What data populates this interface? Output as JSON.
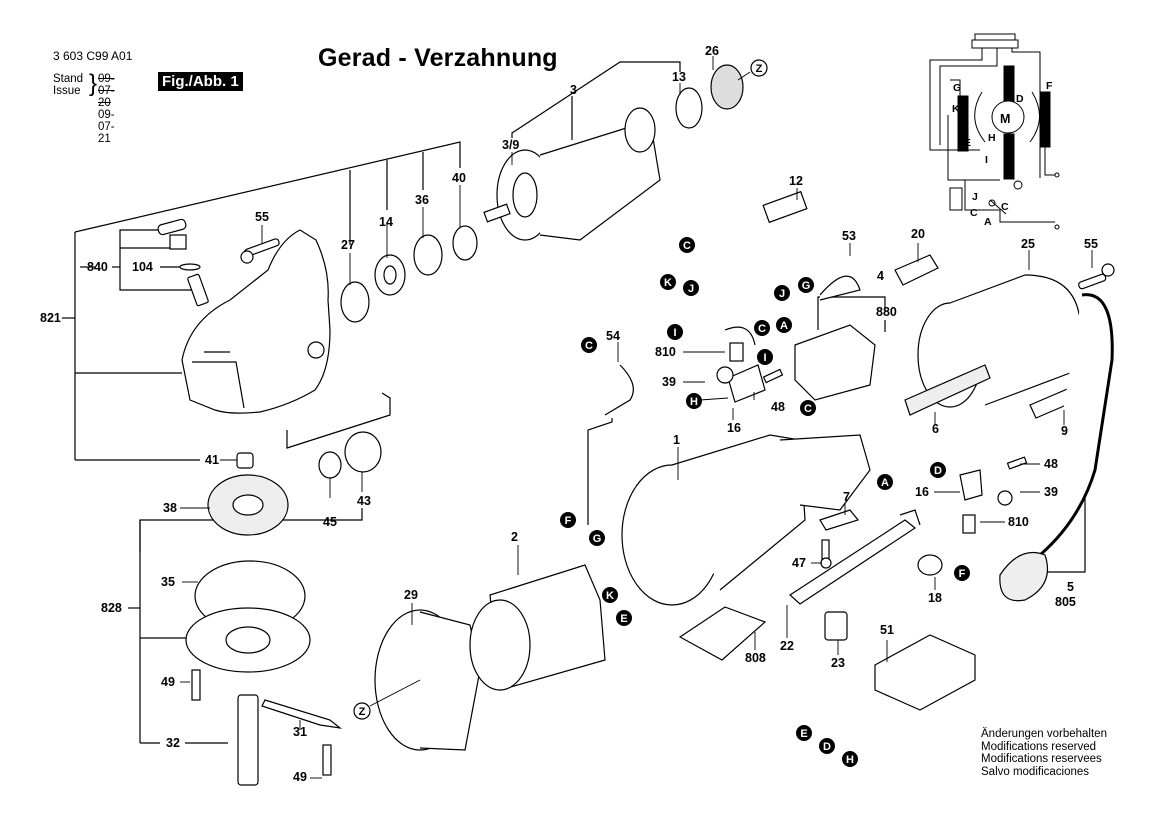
{
  "header": {
    "doc_number": "3 603 C99 A01",
    "stand_label": "Stand",
    "issue_label": "Issue",
    "stand_date_old": "09-07-20",
    "issue_date": "09-07-21",
    "figure_badge": "Fig./Abb. 1",
    "title": "Gerad - Verzahnung"
  },
  "footer_notes": [
    "Änderungen vorbehalten",
    "Modifications reserved",
    "Modifications reservees",
    "Salvo modificaciones"
  ],
  "part_labels": {
    "p3": "3",
    "p3_9": "3/9",
    "p13": "13",
    "p26": "26",
    "p40": "40",
    "p36": "36",
    "p14": "14",
    "p27": "27",
    "p55a": "55",
    "p840": "840",
    "p104": "104",
    "p821": "821",
    "p41": "41",
    "p45": "45",
    "p43": "43",
    "p38": "38",
    "p35": "35",
    "p828": "828",
    "p49a": "49",
    "p32": "32",
    "p31": "31",
    "p49b": "49",
    "p29": "29",
    "p2": "2",
    "p1": "1",
    "p12": "12",
    "p53": "53",
    "p54": "54",
    "p810a": "810",
    "p39a": "39",
    "p48a": "48",
    "p16a": "16",
    "p4": "4",
    "p880": "880",
    "p20": "20",
    "p25": "25",
    "p55b": "55",
    "p6": "6",
    "p9": "9",
    "p48b": "48",
    "p16b": "16",
    "p39b": "39",
    "p810b": "810",
    "p7": "7",
    "p47": "47",
    "p18": "18",
    "p5": "5",
    "p805": "805",
    "p22": "22",
    "p808": "808",
    "p23": "23",
    "p51": "51"
  },
  "connector_labels": {
    "c_12_top": "C",
    "k_12": "K",
    "j_12": "J",
    "g_53": "G",
    "j_4": "J",
    "c_4_top": "C",
    "a_4": "A",
    "c_4_bottom": "C",
    "i_810": "I",
    "i_16": "I",
    "h_16": "H",
    "c_54": "C",
    "a_6": "A",
    "d_16b": "D",
    "f_810b": "F",
    "f_2": "F",
    "g_2": "G",
    "k_2": "K",
    "e_2": "E",
    "e_51": "E",
    "d_51": "D",
    "h_51": "H"
  },
  "z_markers": {
    "z_26": "Z",
    "z_29": "Z"
  },
  "wiring_schematic": {
    "motor": "M",
    "terminals": [
      "G",
      "D",
      "F",
      "K",
      "E",
      "H",
      "I",
      "J",
      "C",
      "C",
      "A"
    ]
  }
}
